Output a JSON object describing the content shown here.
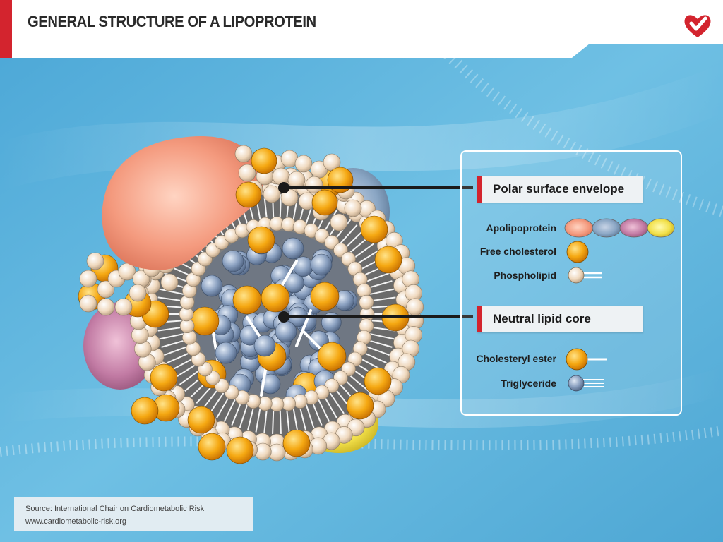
{
  "header": {
    "title": "GENERAL STRUCTURE OF A LIPOPROTEIN",
    "accent_color": "#d3242e",
    "logo_icon": "heart-check-icon"
  },
  "legend": {
    "polar_section": {
      "title": "Polar surface envelope",
      "items": [
        {
          "label": "Apolipoprotein",
          "icon": "apolipoprotein-ovals-icon",
          "colors": [
            "#f4a58c",
            "#8aa6c4",
            "#c78aae",
            "#f2e04a"
          ]
        },
        {
          "label": "Free cholesterol",
          "icon": "orange-sphere-icon",
          "color": "#f5a812"
        },
        {
          "label": "Phospholipid",
          "icon": "phospholipid-icon",
          "color": "#efd8bd"
        }
      ]
    },
    "core_section": {
      "title": "Neutral lipid core",
      "items": [
        {
          "label": "Cholesteryl ester",
          "icon": "cholesteryl-ester-icon",
          "color": "#f5a812"
        },
        {
          "label": "Triglyceride",
          "icon": "triglyceride-icon",
          "color": "#8aa0c0"
        }
      ]
    }
  },
  "source": {
    "line1": "Source: International Chair on Cardiometabolic Risk",
    "line2": "www.cardiometabolic-risk.org"
  }
}
